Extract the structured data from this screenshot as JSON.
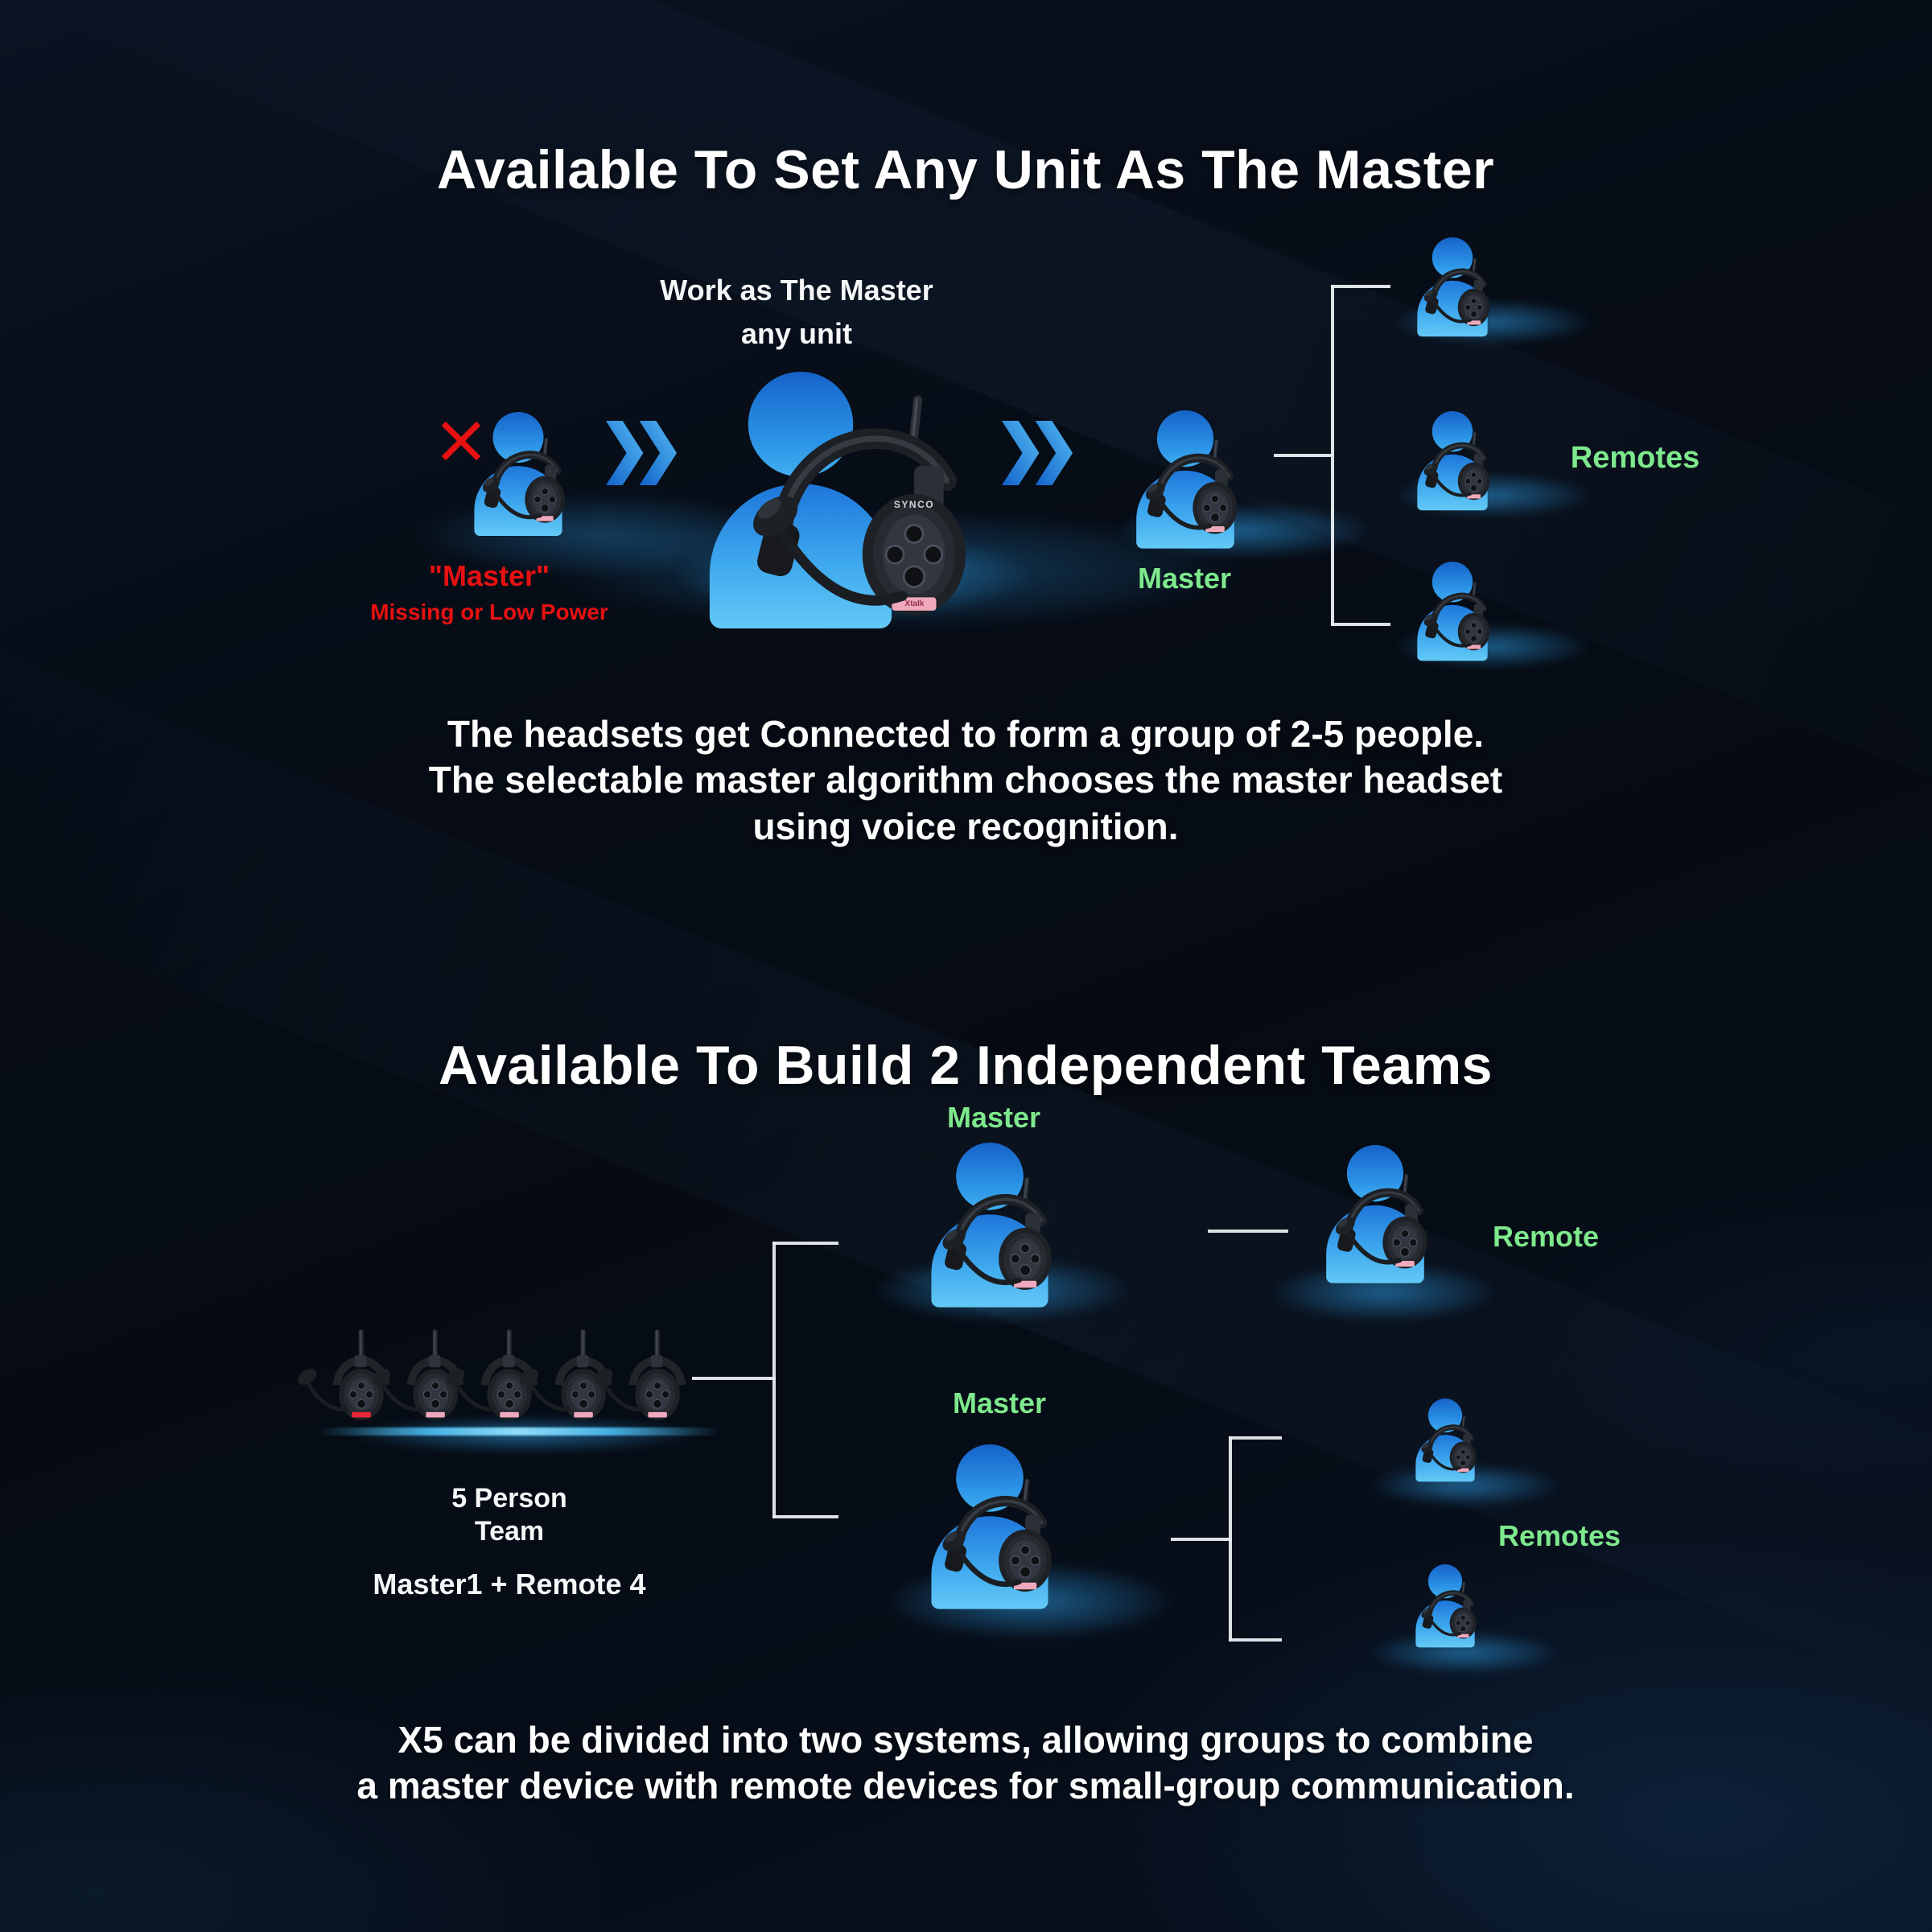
{
  "device": {
    "brand": "SYNCO",
    "model_label": "Xtalk"
  },
  "section_master": {
    "title": "Available To Set Any Unit As The Master",
    "failed_master": {
      "name": "\"Master\"",
      "status": "Missing or Low Power"
    },
    "candidate_caption": {
      "line1": "Work as The Master",
      "line2": "any unit"
    },
    "master_label": "Master",
    "remotes_label": "Remotes",
    "description": {
      "line1": "The headsets get Connected to form a group of 2-5 people.",
      "line2": "The selectable master algorithm chooses the master headset",
      "line3": "using voice recognition."
    }
  },
  "section_teams": {
    "title": "Available To Build 2 Independent Teams",
    "kit": {
      "line1": "5 Person",
      "line2": "Team",
      "composition": "Master1 + Remote 4"
    },
    "team_a": {
      "master_label": "Master",
      "remote_label": "Remote"
    },
    "team_b": {
      "master_label": "Master",
      "remotes_label": "Remotes"
    },
    "description": {
      "line1": "X5 can be divided into two systems, allowing groups to combine",
      "line2": "a master device with remote devices for small-group communication."
    }
  },
  "colors": {
    "accent_green": "#7ee98c",
    "alert_red": "#e81111",
    "person_blue": "#2f9ae8",
    "connector_white": "#e9edf1",
    "background": "#070d16"
  },
  "icons": {
    "x_mark": "✕",
    "chevron": "❯"
  }
}
